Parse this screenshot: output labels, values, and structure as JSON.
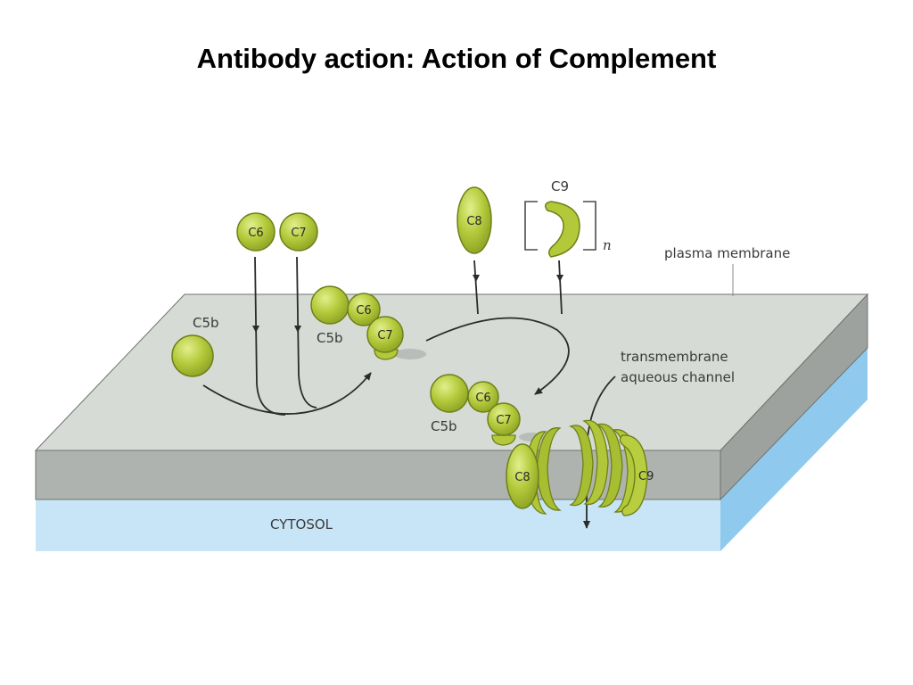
{
  "title": "Antibody action: Action of Complement",
  "labels": {
    "c6": "C6",
    "c7": "C7",
    "c8": "C8",
    "c9": "C9",
    "c5b": "C5b",
    "n": "n",
    "plasma_membrane": "plasma membrane",
    "channel_line1": "transmembrane",
    "channel_line2": "aqueous channel",
    "cytosol": "CYTOSOL"
  },
  "colors": {
    "protein_fill": "#b3c93a",
    "protein_stroke": "#6e8018",
    "membrane_top": "#d5dad5",
    "membrane_front": "#aeb2ae",
    "cytosol_front": "#c6e4f6",
    "cytosol_side": "#8ec9ec"
  }
}
